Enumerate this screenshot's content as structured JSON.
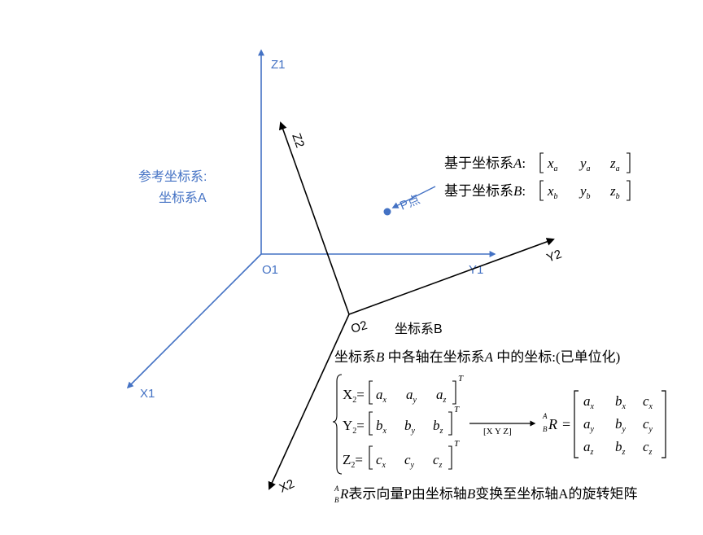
{
  "frame_a": {
    "z_label": "Z1",
    "y_label": "Y1",
    "x_label": "X1",
    "origin_label": "O1",
    "caption_line1": "参考坐标系:",
    "caption_line2": "坐标系A",
    "color": "#4472c4"
  },
  "frame_b": {
    "z_label": "Z2",
    "y_label": "Y2",
    "x_label": "X2",
    "origin_label": "O2",
    "caption": "坐标系B",
    "color": "#000000"
  },
  "point_p": {
    "label": "P点",
    "color": "#4472c4",
    "coord_a_prefix": "基于坐标系",
    "coord_a_frame": "A",
    "coord_a": [
      "x",
      "a",
      "y",
      "a",
      "z",
      "a"
    ],
    "coord_b_prefix": "基于坐标系",
    "coord_b_frame": "B",
    "coord_b": [
      "x",
      "b",
      "y",
      "b",
      "z",
      "b"
    ]
  },
  "axes_description": {
    "prefix": "坐标系",
    "frame_b": "B",
    "middle": " 中各轴在坐标系",
    "frame_a": "A",
    "suffix": " 中的坐标:(已单位化)"
  },
  "equations": {
    "rows": [
      {
        "lhs": "X",
        "sub": "2",
        "a": "a",
        "sa": "x",
        "b": "a",
        "sb": "y",
        "c": "a",
        "sc": "z",
        "sup": "T"
      },
      {
        "lhs": "Y",
        "sub": "2",
        "a": "b",
        "sa": "x",
        "b": "b",
        "sb": "y",
        "c": "b",
        "sc": "z",
        "sup": "T"
      },
      {
        "lhs": "Z",
        "sub": "2",
        "a": "c",
        "sa": "x",
        "b": "c",
        "sb": "y",
        "c": "c",
        "sc": "z",
        "sup": "T"
      }
    ],
    "arrow_label": "[X  Y  Z]",
    "rotation_symbol": "R",
    "rotation_sup": "A",
    "rotation_sub": "B",
    "matrix": [
      [
        [
          "a",
          "x"
        ],
        [
          "b",
          "x"
        ],
        [
          "c",
          "x"
        ]
      ],
      [
        [
          "a",
          "y"
        ],
        [
          "b",
          "y"
        ],
        [
          "c",
          "y"
        ]
      ],
      [
        [
          "a",
          "z"
        ],
        [
          "b",
          "z"
        ],
        [
          "c",
          "z"
        ]
      ]
    ]
  },
  "footer": {
    "symbol": "R",
    "sup": "A",
    "sub": "B",
    "text1": "表示向量P由坐标轴",
    "frame_b": "B",
    "text2": "变换至坐标轴A的旋转矩阵"
  }
}
